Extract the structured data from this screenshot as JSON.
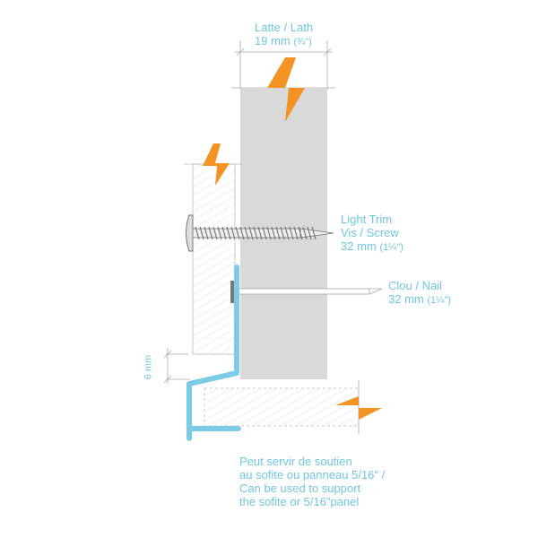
{
  "lath": {
    "title": "Latte / Lath",
    "size": "19 mm",
    "size_imperial": "(¾\")"
  },
  "screw": {
    "brand": "Light Trim",
    "name": "Vis / Screw",
    "size": "32 mm",
    "size_imperial": "(1¼\")"
  },
  "nail": {
    "name": "Clou / Nail",
    "size": "32 mm",
    "size_imperial": "(1¼\")"
  },
  "gap_dimension": "6 mm",
  "note": {
    "line1": "Peut servir de soutien",
    "line2": "au sofite ou panneau 5/16\" /",
    "line3": "Can be used to support",
    "line4": "the sofite or 5/16\"panel"
  },
  "colors": {
    "accent": "#6fc6e2",
    "trim": "#7ccbe6",
    "warning": "#f39324",
    "lath": "#d9d9d9"
  }
}
